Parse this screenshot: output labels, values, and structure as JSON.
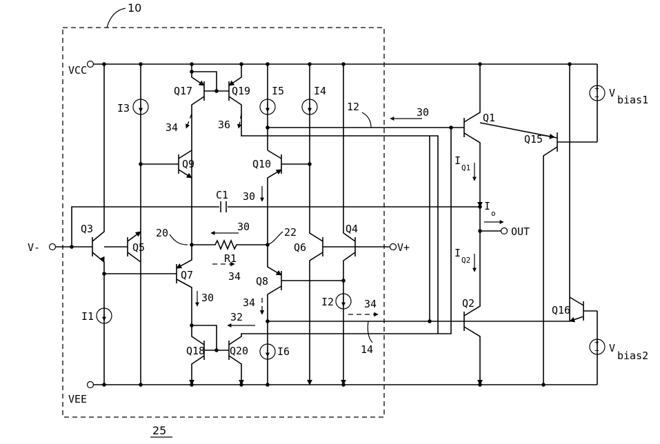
{
  "labels": {
    "ref_10": "10",
    "ref_25": "25",
    "vcc": "VCC",
    "vee": "VEE",
    "vminus": "V-",
    "vplus": "V+",
    "out": "OUT",
    "io_main": "I",
    "io_sub": "o",
    "iq1_main": "I",
    "iq1_sub": "Q1",
    "iq2_main": "I",
    "iq2_sub": "Q2",
    "vbias1_main": "V",
    "vbias1_sub": "bias1",
    "vbias2_main": "V",
    "vbias2_sub": "bias2",
    "c1": "C1",
    "r1": "R1",
    "q1": "Q1",
    "q2": "Q2",
    "q3": "Q3",
    "q4": "Q4",
    "q5": "Q5",
    "q6": "Q6",
    "q7": "Q7",
    "q8": "Q8",
    "q9": "Q9",
    "q10": "Q10",
    "q15": "Q15",
    "q16": "Q16",
    "q17": "Q17",
    "q18": "Q18",
    "q19": "Q19",
    "q20": "Q20",
    "i1": "I1",
    "i2": "I2",
    "i3": "I3",
    "i4": "I4",
    "i5": "I5",
    "i6": "I6",
    "n12": "12",
    "n14": "14",
    "n20": "20",
    "n22": "22",
    "n30a": "30",
    "n30b": "30",
    "n30c": "30",
    "n30d": "30",
    "n32": "32",
    "n34a": "34",
    "n34b": "34",
    "n34c": "34",
    "n34d": "34",
    "n36": "36"
  }
}
